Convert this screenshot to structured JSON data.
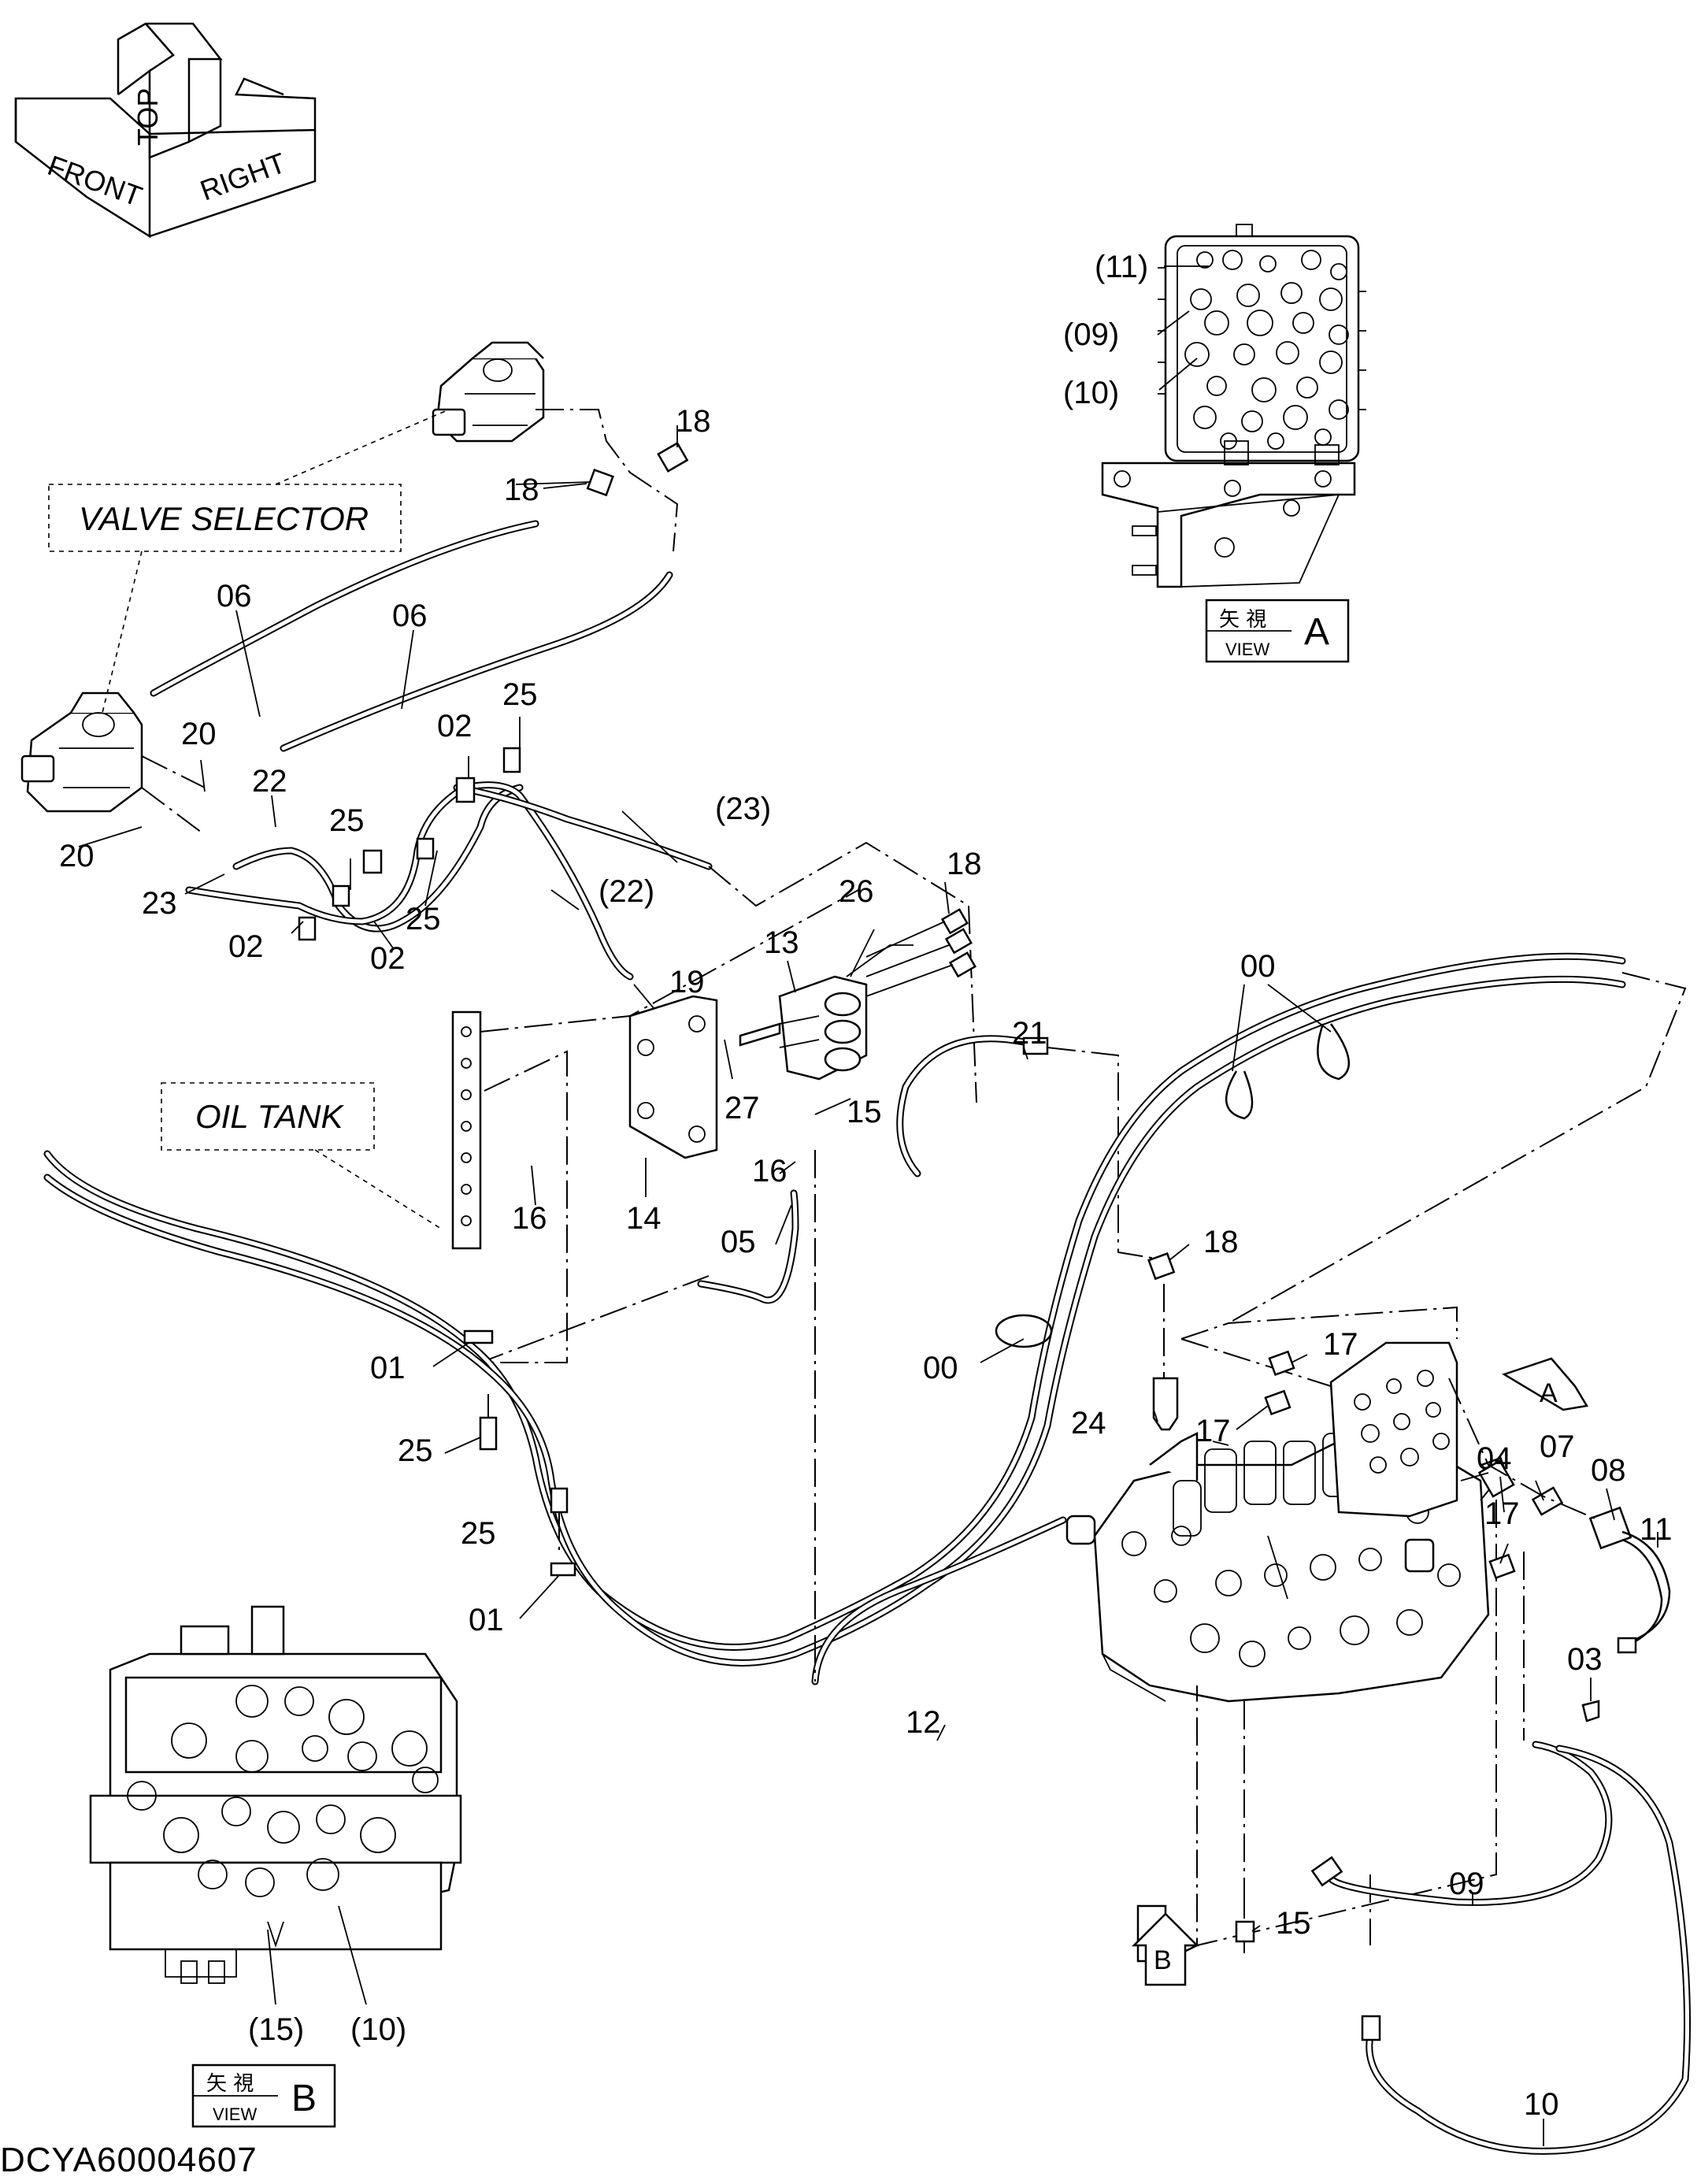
{
  "orientation": {
    "front": "FRONT",
    "top": "TOP",
    "right": "RIGHT"
  },
  "boxes": {
    "valve_selector": "VALVE SELECTOR",
    "oil_tank": "OIL TANK"
  },
  "views": {
    "a": {
      "kanji": "矢 視",
      "word": "VIEW",
      "letter": "A"
    },
    "b": {
      "kanji": "矢 視",
      "word": "VIEW",
      "letter": "B"
    }
  },
  "view_arrows": {
    "a": "A",
    "b": "B"
  },
  "callouts": {
    "c11p": "(11)",
    "c09p": "(09)",
    "c10p": "(10)",
    "c18a": "18",
    "c18b": "18",
    "c06a": "06",
    "c06b": "06",
    "c25a": "25",
    "c02a": "02",
    "c20a": "20",
    "c22a": "22",
    "c23p": "(23)",
    "c20b": "20",
    "c25b": "25",
    "c23a": "23",
    "c22p": "(22)",
    "c18c": "18",
    "c26a": "26",
    "c02b": "02",
    "c25c": "25",
    "c02c": "02",
    "c13a": "13",
    "c19a": "19",
    "c00a": "00",
    "c21a": "21",
    "c27a": "27",
    "c15a": "15",
    "c16a": "16",
    "c16b": "16",
    "c14a": "14",
    "c05a": "05",
    "c18d": "18",
    "c01a": "01",
    "c00b": "00",
    "c17a": "17",
    "c25d": "25",
    "c24a": "24",
    "c17b": "17",
    "c04a": "04",
    "c07a": "07",
    "c08a": "08",
    "c25e": "25",
    "c17c": "17",
    "c11a": "11",
    "c01b": "01",
    "c03a": "03",
    "c12a": "12",
    "c09a": "09",
    "c15b": "15",
    "c15p": "(15)",
    "c10p2": "(10)",
    "c10a": "10"
  },
  "drawing_number": "DCYA60004607"
}
